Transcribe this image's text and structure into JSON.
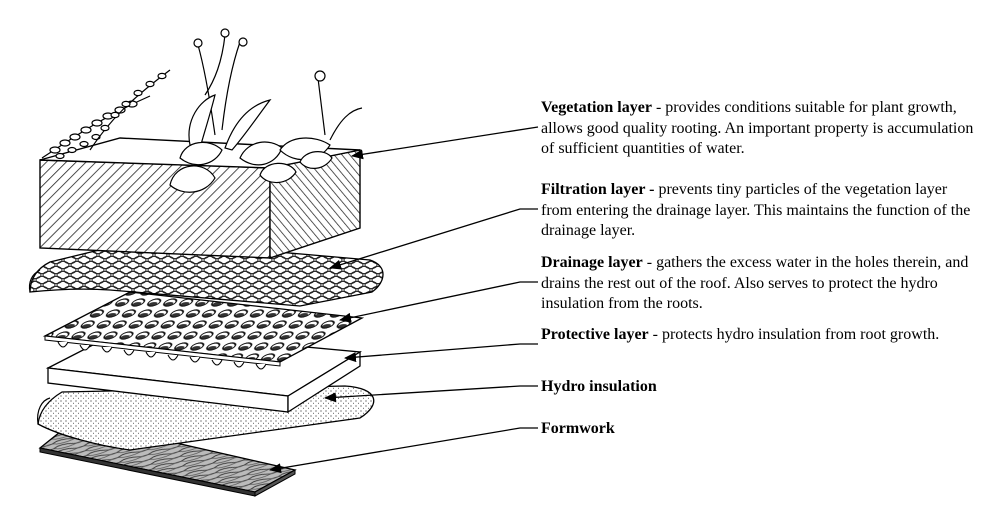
{
  "layers": [
    {
      "key": "vegetation",
      "name": "Vegetation layer",
      "sep": " - ",
      "text": "provides conditions suitable for plant growth, allows good quality rooting. An important property is accumulation of sufficient quantities of water."
    },
    {
      "key": "filtration",
      "name": "Filtration layer -",
      "sep": " ",
      "text": "prevents tiny particles of the vegetation layer from entering the drainage layer. This maintains the function of the drainage layer."
    },
    {
      "key": "drainage",
      "name": "Drainage layer",
      "sep": " - ",
      "text": "gathers the excess water in the holes therein, and drains the rest out of the roof. Also serves to protect the hydro insulation from the roots."
    },
    {
      "key": "protective",
      "name": "Protective layer",
      "sep": " - ",
      "text": "protects hydro insulation from root growth."
    },
    {
      "key": "hydro",
      "name": "Hydro insulation",
      "sep": "",
      "text": ""
    },
    {
      "key": "formwork",
      "name": "Formwork",
      "sep": "",
      "text": ""
    }
  ]
}
